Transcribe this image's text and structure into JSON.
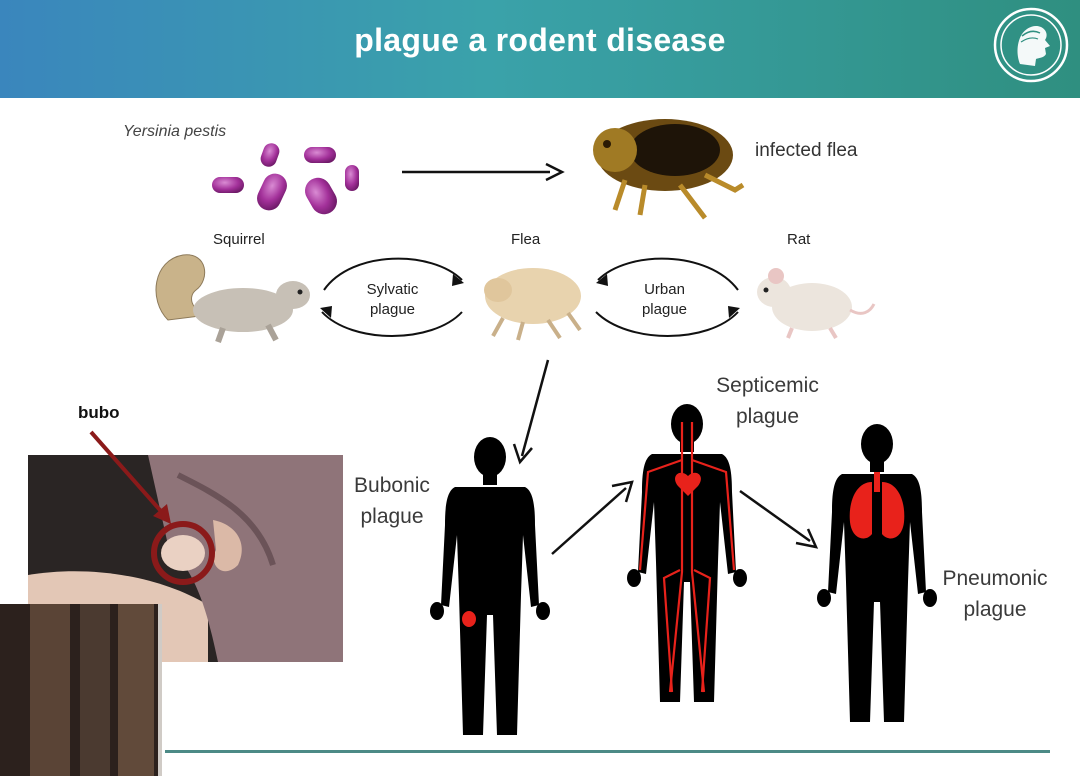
{
  "header": {
    "title": "plague a rodent disease"
  },
  "top_row": {
    "bacterium_label": "Yersinia pestis",
    "flea_label": "infected flea"
  },
  "cycle": {
    "squirrel": "Squirrel",
    "flea": "Flea",
    "rat": "Rat",
    "sylvatic": [
      "Sylvatic",
      "plague"
    ],
    "urban": [
      "Urban",
      "plague"
    ]
  },
  "forms": {
    "bubonic": [
      "Bubonic",
      "plague"
    ],
    "septicemic": [
      "Septicemic",
      "plague"
    ],
    "pneumonic": [
      "Pneumonic",
      "plague"
    ]
  },
  "photo": {
    "bubo_label": "bubo"
  },
  "colors": {
    "header_left": "#3a86bd",
    "header_right": "#2f8f80",
    "bacteria": "#a3319a",
    "organ_red": "#e8221b",
    "bubo_ring": "#8b1a1a"
  }
}
